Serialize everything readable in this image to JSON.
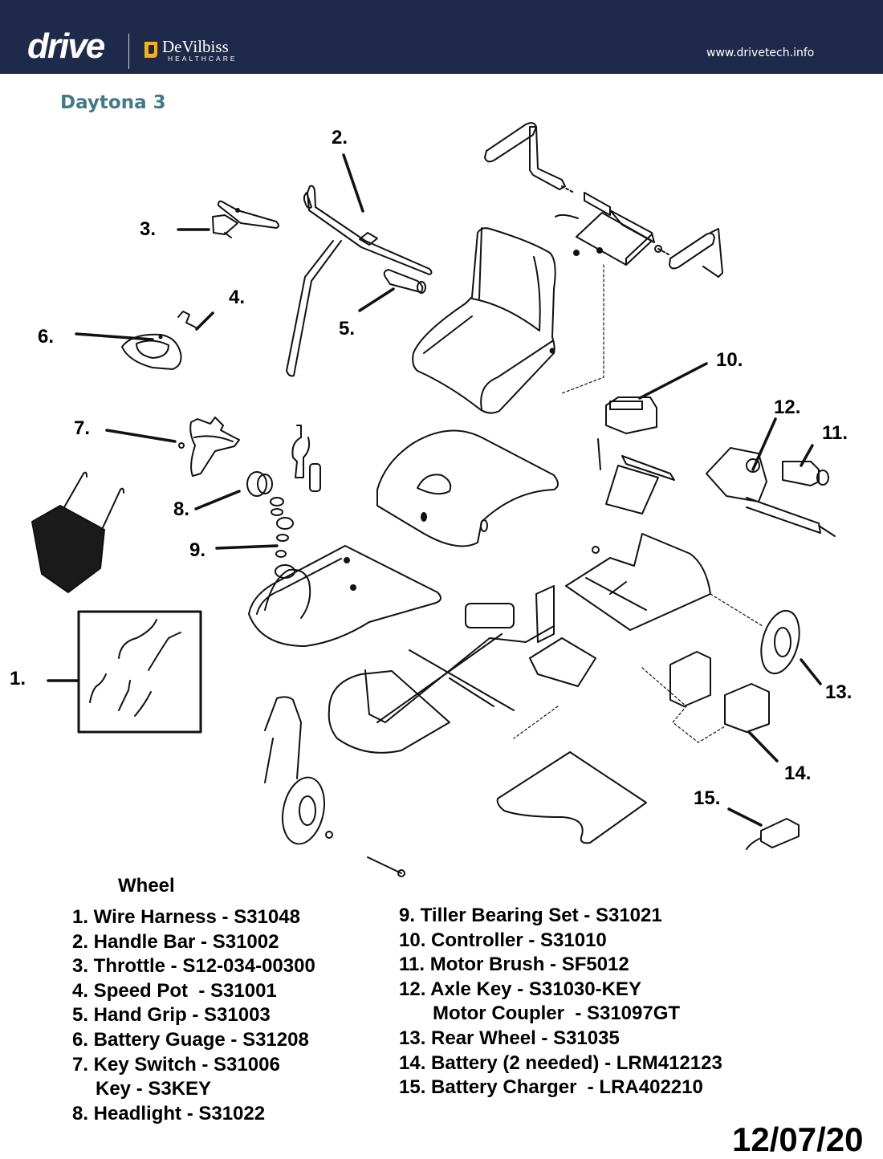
{
  "header": {
    "brand_primary": "drive",
    "brand_secondary_name": "DeVilbiss",
    "brand_secondary_sub": "HEALTHCARE",
    "website": "www.drivetech.info",
    "colors": {
      "background": "#1f2a4a",
      "devilbiss_mark": "#f5b21a"
    }
  },
  "page_title": "Daytona 3",
  "title_color": "#3f7a86",
  "callouts": [
    "1.",
    "2.",
    "3.",
    "4.",
    "5.",
    "6.",
    "7.",
    "8.",
    "9.",
    "10.",
    "11.",
    "12.",
    "13.",
    "14.",
    "15."
  ],
  "parts_heading": "Wheel",
  "parts_left": [
    {
      "text": "1. Wire Harness - S31048"
    },
    {
      "text": "2. Handle Bar - S31002"
    },
    {
      "text": "3. Throttle - S12-034-00300"
    },
    {
      "text": "4. Speed Pot  - S31001"
    },
    {
      "text": "5. Hand Grip - S31003"
    },
    {
      "text": "6. Battery Guage - S31208"
    },
    {
      "text": "7. Key Switch - S31006"
    },
    {
      "text": "Key - S3KEY"
    },
    {
      "text": "8. Headlight - S31022"
    }
  ],
  "parts_right": [
    {
      "text": "9. Tiller Bearing Set - S31021"
    },
    {
      "text": "10. Controller - S31010"
    },
    {
      "text": "11. Motor Brush - SF5012"
    },
    {
      "text": "12. Axle Key - S31030-KEY"
    },
    {
      "text": "Motor Coupler  - S31097GT"
    },
    {
      "text": "13. Rear Wheel - S31035"
    },
    {
      "text": "14. Battery (2 needed) - LRM412123"
    },
    {
      "text": "15. Battery Charger  - LRA402210"
    }
  ],
  "date": "12/07/20"
}
